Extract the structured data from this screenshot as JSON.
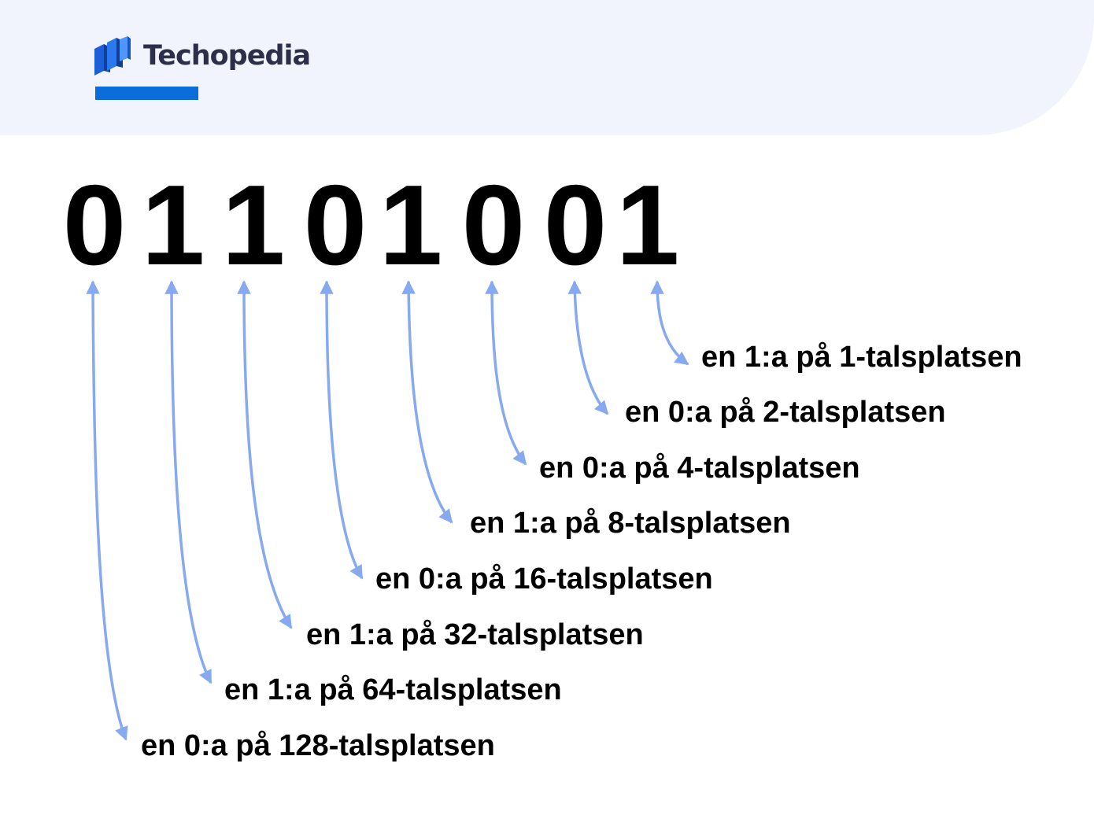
{
  "brand": {
    "name": "Techopedia",
    "accent_color": "#0a6dd9",
    "icon": "techopedia-cube-logo-icon"
  },
  "diagram": {
    "bits": [
      "0",
      "1",
      "1",
      "0",
      "1",
      "0",
      "0",
      "1"
    ],
    "labels": [
      "en 0:a på 128-talsplatsen",
      "en 1:a på 64-talsplatsen",
      "en 1:a på 32-talsplatsen",
      "en 0:a på 16-talsplatsen",
      "en 1:a på 8-talsplatsen",
      "en 0:a på 4-talsplatsen",
      "en 0:a på 2-talsplatsen",
      "en 1:a på 1-talsplatsen"
    ],
    "arrow_color": "#87a9ef"
  }
}
